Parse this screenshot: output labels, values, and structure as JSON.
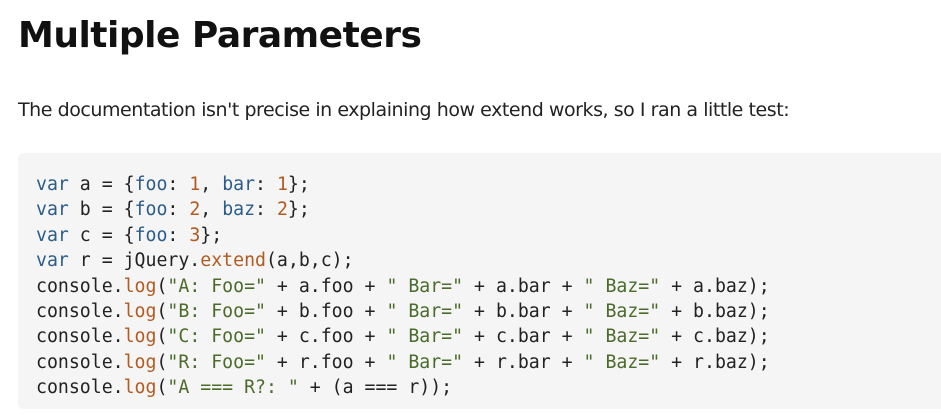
{
  "heading": "Multiple Parameters",
  "intro": "The documentation isn't precise in explaining how extend works, so I ran a little test:",
  "code": {
    "colors": {
      "keyword": "#2b5c8a",
      "number": "#b35a1f",
      "string": "#4a6b2a",
      "function": "#b35a1f",
      "background": "#f5f5f5"
    },
    "lines": [
      "var a = {foo: 1, bar: 1};",
      "var b = {foo: 2, baz: 2};",
      "var c = {foo: 3};",
      "var r = jQuery.extend(a,b,c);",
      "console.log(\"A: Foo=\" + a.foo + \" Bar=\" + a.bar + \" Baz=\" + a.baz);",
      "console.log(\"B: Foo=\" + b.foo + \" Bar=\" + b.bar + \" Baz=\" + b.baz);",
      "console.log(\"C: Foo=\" + c.foo + \" Bar=\" + c.bar + \" Baz=\" + c.baz);",
      "console.log(\"R: Foo=\" + r.foo + \" Bar=\" + r.bar + \" Baz=\" + r.baz);",
      "console.log(\"A === R?: \" + (a === r));"
    ]
  }
}
